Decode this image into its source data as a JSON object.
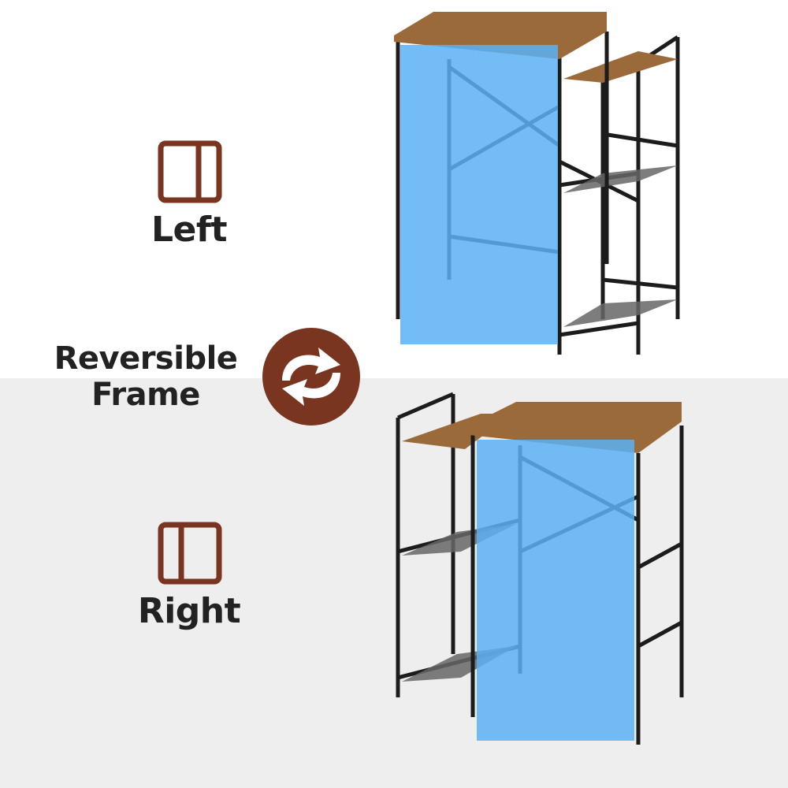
{
  "labels": {
    "left": "Left",
    "right": "Right",
    "reversible_line1": "Reversible",
    "reversible_line2": "Frame"
  },
  "colors": {
    "accent_brown": "#7a3520",
    "text": "#222222",
    "frame_black": "#1c1c1c",
    "panel_blue": "#5ab0f5",
    "wood": "#9a6a3a"
  },
  "icons": {
    "left_layout": "layout-left-icon",
    "right_layout": "layout-right-icon",
    "reversible": "swap-arrows-icon"
  }
}
